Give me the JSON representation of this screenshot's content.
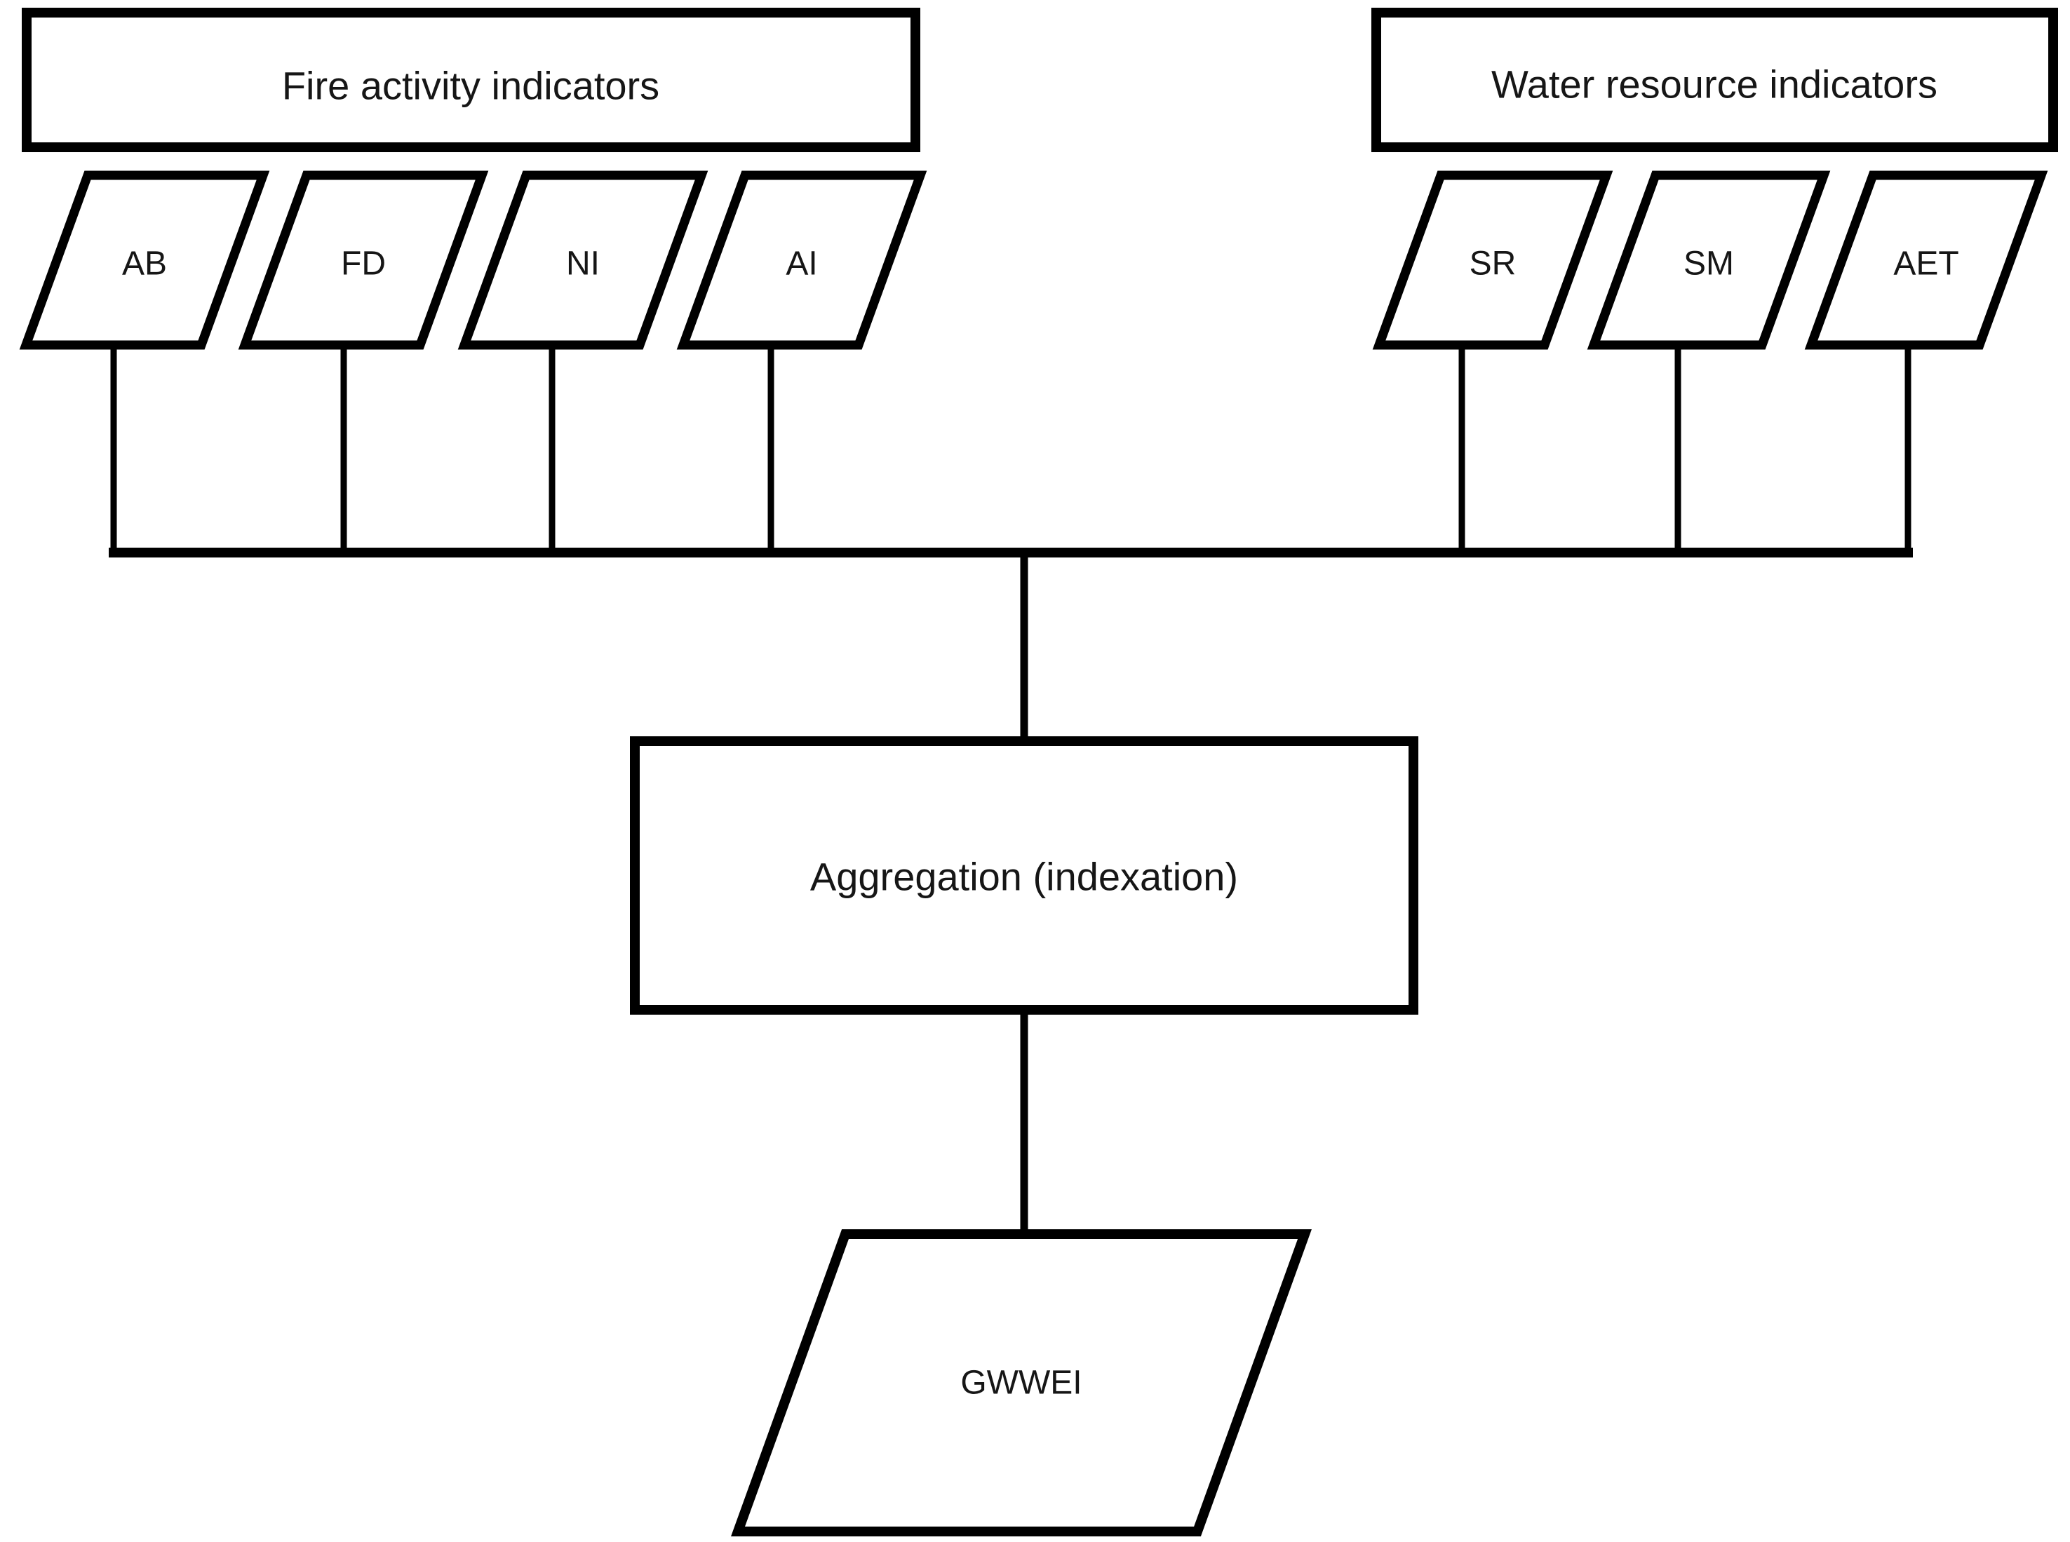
{
  "diagram": {
    "type": "flowchart",
    "background_color": "#ffffff",
    "stroke_color": "#000000",
    "node_fill_color": "#ffffff",
    "text_color": "#161616",
    "fire_group": {
      "label": "Fire activity indicators",
      "indicators": [
        "AB",
        "FD",
        "NI",
        "AI"
      ]
    },
    "water_group": {
      "label": "Water resource indicators",
      "indicators": [
        "SR",
        "SM",
        "AET"
      ]
    },
    "aggregation": {
      "label": "Aggregation (indexation)"
    },
    "output": {
      "label": "GWWEI"
    }
  }
}
